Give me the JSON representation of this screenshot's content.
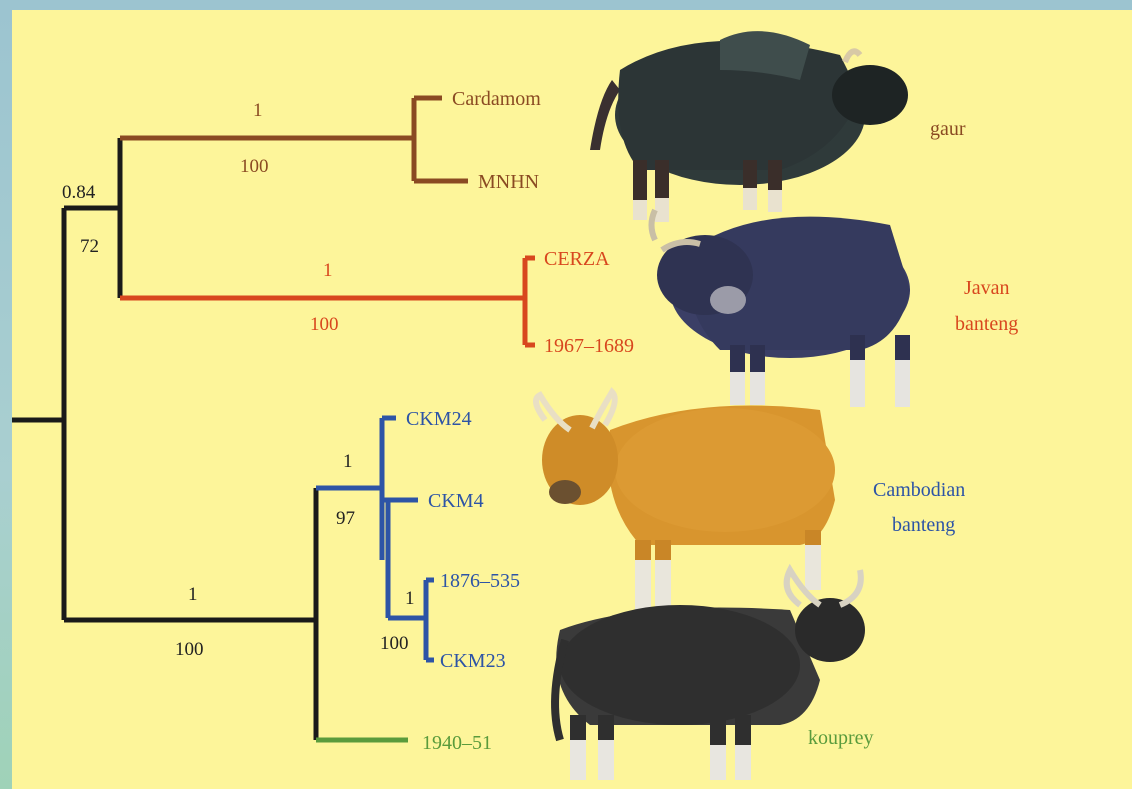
{
  "tree": {
    "root_support": {
      "posterior": "0.84",
      "bootstrap": "72"
    },
    "gaur_support": {
      "posterior": "1",
      "bootstrap": "100"
    },
    "javan_support": {
      "posterior": "1",
      "bootstrap": "100"
    },
    "kouprey_cambodian_support": {
      "posterior": "1",
      "bootstrap": "100"
    },
    "cambodian_support": {
      "posterior": "1",
      "bootstrap": "97"
    },
    "ckm_inner_support": {
      "posterior": "1",
      "bootstrap": "100"
    }
  },
  "tips": {
    "cardamom": "Cardamom",
    "mnhn": "MNHN",
    "cerza": "CERZA",
    "javan_sample": "1967–1689",
    "ckm24": "CKM24",
    "ckm4": "CKM4",
    "s1876": "1876–535",
    "ckm23": "CKM23",
    "kouprey_sample": "1940–51"
  },
  "species": {
    "gaur": "gaur",
    "javan_line1": "Javan",
    "javan_line2": "banteng",
    "cambodian_line1": "Cambodian",
    "cambodian_line2": "banteng",
    "kouprey": "kouprey"
  },
  "colors": {
    "gaur": "#8a4a22",
    "javan": "#d8471e",
    "cambodian": "#2d54a6",
    "kouprey": "#5a9b3c",
    "backbone": "#1a1a1a",
    "panel": "#fdf59a"
  },
  "icons": [
    "gaur-illustration",
    "javan-banteng-illustration",
    "cambodian-banteng-illustration",
    "kouprey-illustration"
  ]
}
